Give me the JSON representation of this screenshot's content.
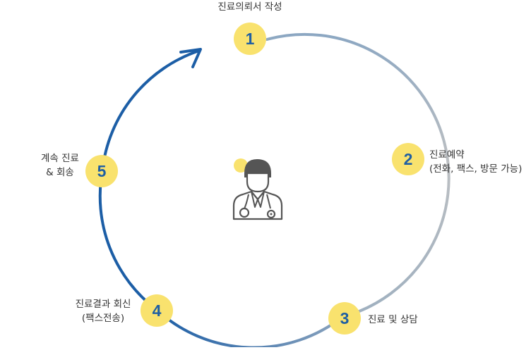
{
  "colors": {
    "step_circle_fill": "#f9e26e",
    "step_number": "#1f5fa3",
    "arc_blue": "#1c5ea6",
    "arc_gray": "#b9bdc1",
    "doctor_icon": "#555555",
    "doctor_accent": "#f9e26e"
  },
  "steps": [
    {
      "number": "1",
      "lines": [
        "진료의뢰서 작성"
      ]
    },
    {
      "number": "2",
      "lines": [
        "진료예약",
        "(전화, 팩스, 방문 가능)"
      ]
    },
    {
      "number": "3",
      "lines": [
        "진료 및 상담"
      ]
    },
    {
      "number": "4",
      "lines": [
        "진료결과 회신",
        "(팩스전송)"
      ]
    },
    {
      "number": "5",
      "lines": [
        "계속 진료",
        "& 회송"
      ]
    }
  ],
  "center_icon": "doctor-icon",
  "arrow_icon": "arrowhead-icon"
}
